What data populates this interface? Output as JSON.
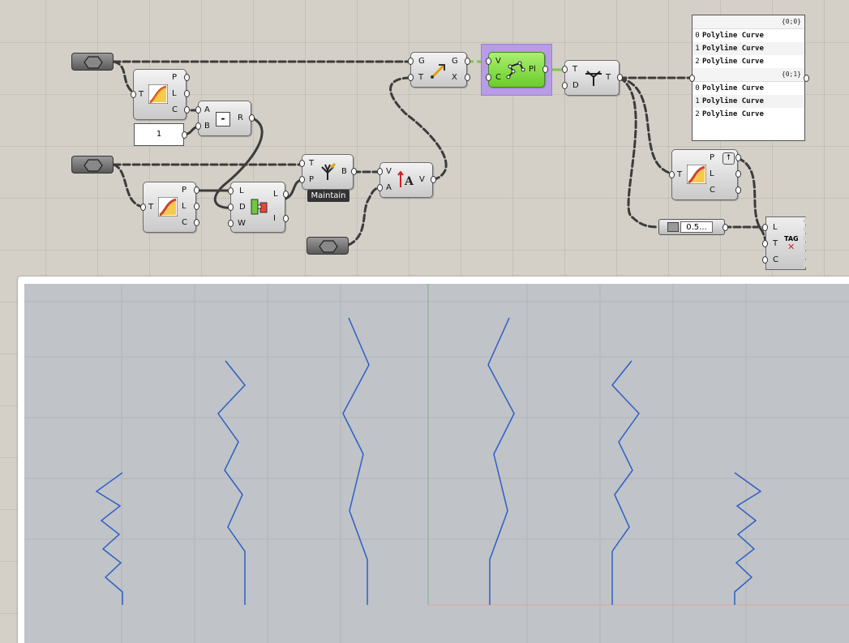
{
  "canvas": {
    "grid_color": "#bdbab2",
    "background": "#d4d0c8"
  },
  "components": {
    "curve_a": {
      "ports_in": [
        "T"
      ],
      "ports_out": [
        "P",
        "L",
        "C"
      ]
    },
    "curve_b": {
      "ports_in": [
        "T"
      ],
      "ports_out": [
        "P",
        "L",
        "C"
      ]
    },
    "curve_c": {
      "ports_in": [
        "T"
      ],
      "ports_out": [
        "P",
        "L",
        "C"
      ]
    },
    "subtract": {
      "ports_in": [
        "A",
        "B"
      ],
      "ports_out": [
        "R"
      ],
      "icon_glyph": "-"
    },
    "number_panel": {
      "value": "1"
    },
    "series": {
      "ports_in": [
        "L",
        "D",
        "W"
      ],
      "ports_out": [
        "L",
        "I"
      ]
    },
    "tree_branch": {
      "ports_in": [
        "T",
        "P"
      ],
      "ports_out": [
        "B"
      ],
      "tooltip": "Maintain"
    },
    "amplitude": {
      "ports_in": [
        "V",
        "A"
      ],
      "ports_out": [
        "V"
      ]
    },
    "move": {
      "ports_in": [
        "G",
        "T"
      ],
      "ports_out": [
        "G",
        "X"
      ]
    },
    "polyline": {
      "ports_in": [
        "V",
        "C"
      ],
      "ports_out": [
        "Pl"
      ],
      "accent": "#83e04a",
      "selected": "#b89ce6"
    },
    "flip": {
      "ports_in": [
        "T",
        "D"
      ],
      "ports_out": [
        "T"
      ]
    },
    "slider": {
      "value": "0.5..."
    },
    "tag": {
      "ports_in": [
        "L",
        "T",
        "C"
      ],
      "label": "TAG"
    }
  },
  "panel": {
    "groups": [
      {
        "path": "{0;0}",
        "items": [
          {
            "index": "0",
            "text": "Polyline Curve"
          },
          {
            "index": "1",
            "text": "Polyline Curve"
          },
          {
            "index": "2",
            "text": "Polyline Curve"
          }
        ]
      },
      {
        "path": "{0;1}",
        "items": [
          {
            "index": "0",
            "text": "Polyline Curve"
          },
          {
            "index": "1",
            "text": "Polyline Curve"
          },
          {
            "index": "2",
            "text": "Polyline Curve"
          }
        ]
      }
    ]
  },
  "viewport": {
    "background": "#c0c3c8",
    "curve_color": "#2d5fc4",
    "axis_green": "#7fb07f",
    "axis_red": "#e0a0a0"
  }
}
